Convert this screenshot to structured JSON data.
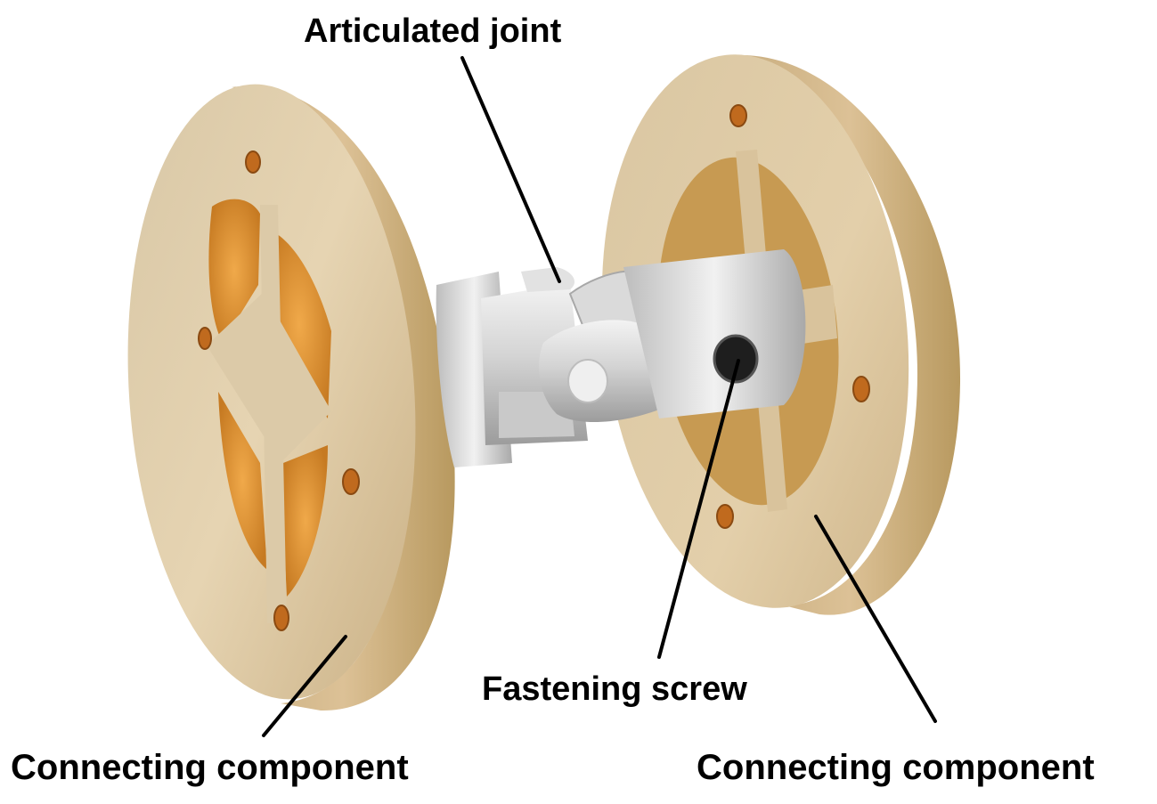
{
  "labels": {
    "articulated_joint": "Articulated joint",
    "fastening_screw": "Fastening screw",
    "connecting_component_left": "Connecting component",
    "connecting_component_right": "Connecting component"
  },
  "colors": {
    "brass_light": "#E6D2B0",
    "brass_mid": "#CDB286",
    "brass_dark": "#A98E62",
    "copper_inner": "#D98E2E",
    "steel_light": "#EDEDED",
    "steel_dark": "#9A9A9A",
    "leader_line": "#000000"
  }
}
